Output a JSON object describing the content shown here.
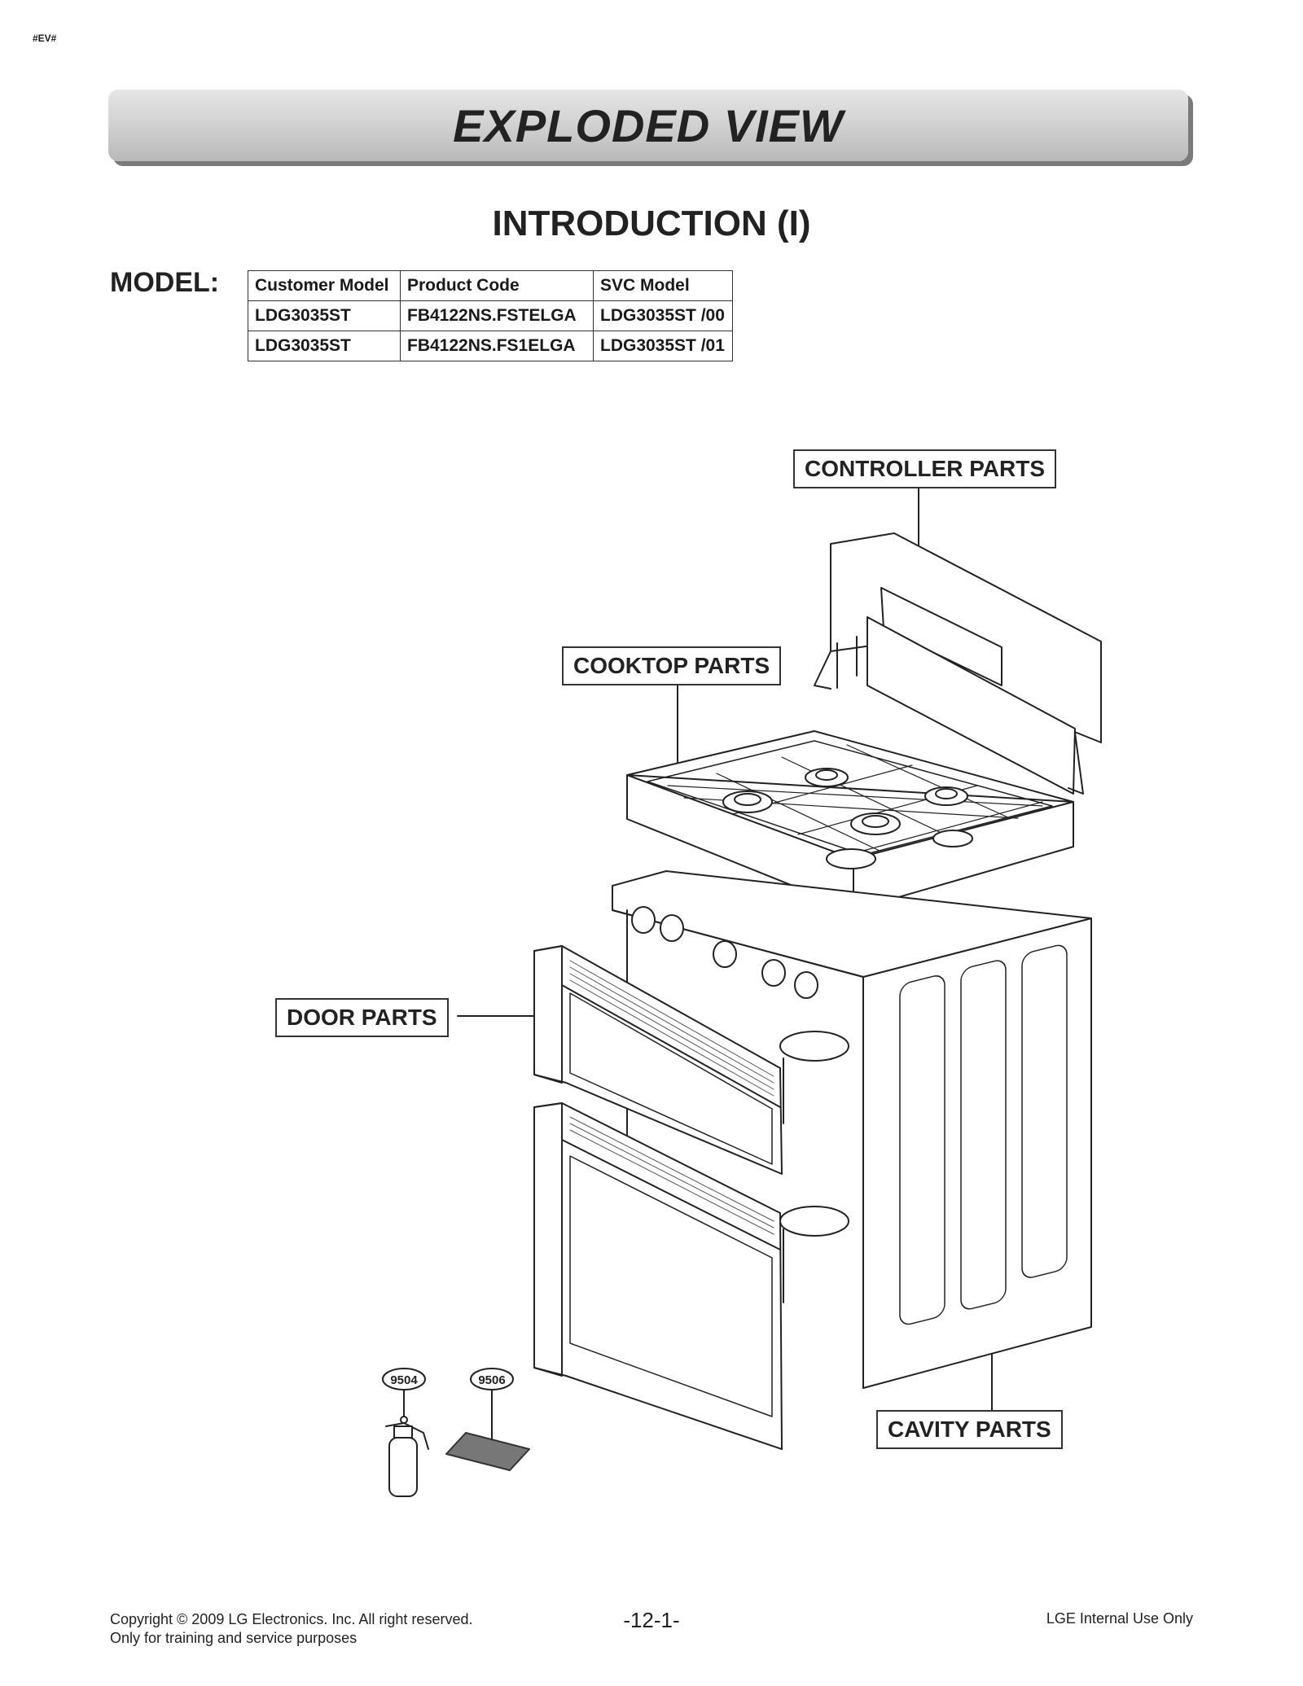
{
  "tag": "#EV#",
  "banner_title": "EXPLODED VIEW",
  "subtitle": "INTRODUCTION (I)",
  "model_label": "MODEL:",
  "model_table": {
    "headers": [
      "Customer Model",
      "Product Code",
      "SVC Model"
    ],
    "rows": [
      [
        "LDG3035ST",
        "FB4122NS.FSTELGA",
        "LDG3035ST /00"
      ],
      [
        "LDG3035ST",
        "FB4122NS.FS1ELGA",
        "LDG3035ST /01"
      ]
    ]
  },
  "callouts": {
    "controller": "CONTROLLER PARTS",
    "cooktop": "COOKTOP PARTS",
    "door": "DOOR PARTS",
    "cavity": "CAVITY PARTS"
  },
  "part_numbers": {
    "sprayer": "9504",
    "pad": "9506"
  },
  "footer": {
    "copyright": "Copyright © 2009 LG Electronics. Inc. All right reserved.",
    "training": "Only for training and service purposes",
    "page": "-12-1-",
    "internal": "LGE Internal Use Only"
  }
}
